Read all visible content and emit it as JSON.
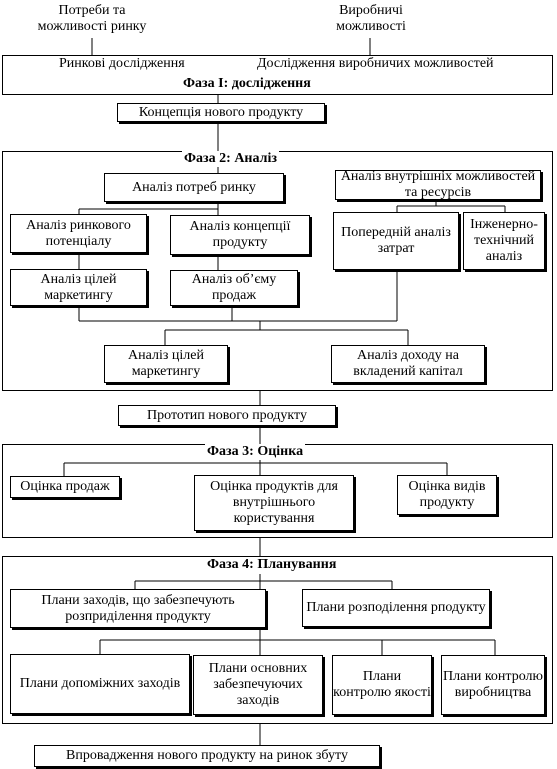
{
  "top": {
    "needs": "Потреби та можливості ринку",
    "capabilities": "Виробничі можливості"
  },
  "phase1": {
    "market_research": "Ринкові дослідження",
    "production_research": "Дослідження виробничих можливостей",
    "title": "Фаза I: дослідження"
  },
  "concept": "Концепція нового продукту",
  "phase2": {
    "title": "Фаза 2: Аналіз",
    "market_needs": "Аналіз потреб ринку",
    "market_potential": "Аналіз ринкового потенціалу",
    "product_concept": "Аналіз концепції продукту",
    "marketing_goals_1": "Аналіз цілей маркетингу",
    "sales_volume": "Аналіз об’єму продаж",
    "internal_resources": "Аналіз внутрішніх можливостей та ресурсів",
    "cost_analysis": "Попередній аналіз затрат",
    "engineering": "Інженерно-технічний аналіз",
    "marketing_goals_2": "Аналіз цілей маркетингу",
    "roi": "Аналіз доходу на вкладений капітал"
  },
  "prototype": "Прототип нового продукту",
  "phase3": {
    "title": "Фаза 3: Оцінка",
    "sales": "Оцінка продаж",
    "internal_use": "Оцінка продуктів для внутрішнього користування",
    "product_types": "Оцінка видів продукту"
  },
  "phase4": {
    "title": "Фаза 4: Планування",
    "distribution_measures": "Плани заходів, що забезпечують розприділення продукту",
    "distribution_plans": "Плани розподілення рподукту",
    "auxiliary": "Плани допоміжних заходів",
    "main_support": "Плани основних забезпечуючих заходів",
    "quality": "Плани контролю якості",
    "production": "Плани контролю виробництва"
  },
  "final": "Впровадження нового продукту на ринок збуту"
}
